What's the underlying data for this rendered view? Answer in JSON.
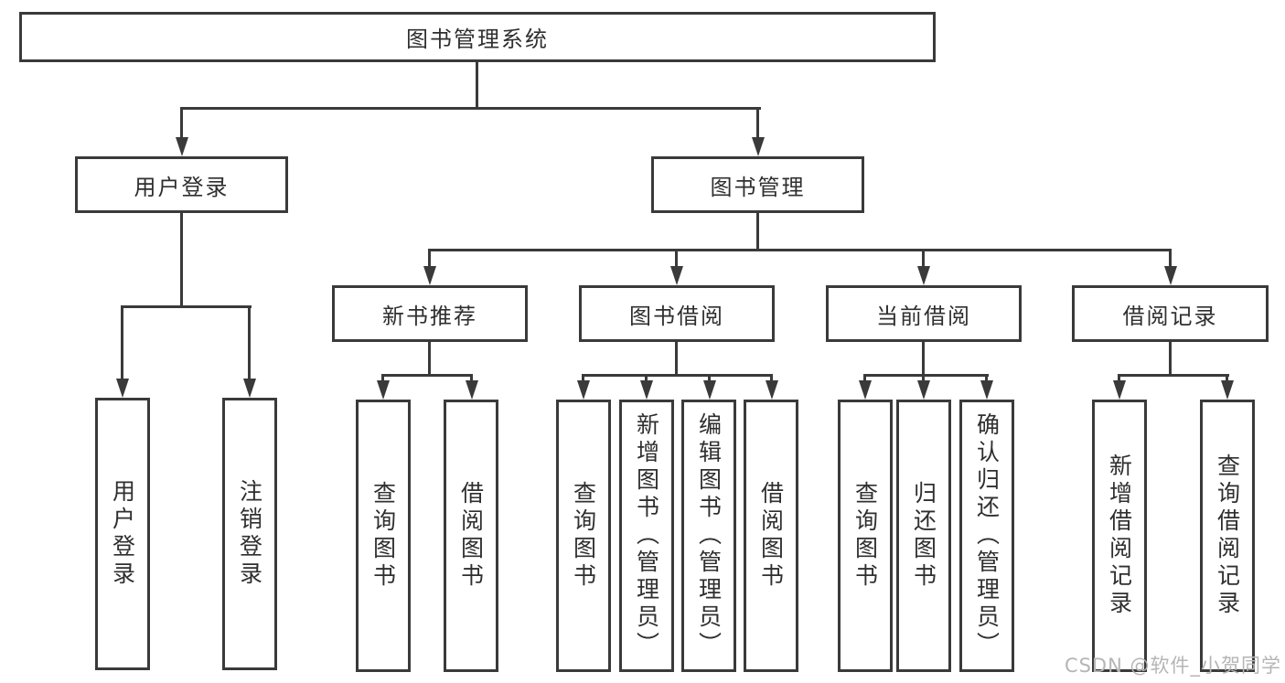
{
  "diagram": {
    "root": {
      "label": "图书管理系统"
    },
    "level2": [
      {
        "label": "用户登录"
      },
      {
        "label": "图书管理"
      }
    ],
    "level3": [
      {
        "label": "新书推荐"
      },
      {
        "label": "图书借阅"
      },
      {
        "label": "当前借阅"
      },
      {
        "label": "借阅记录"
      }
    ],
    "leaves": {
      "user_login": [
        {
          "label": "用户登录"
        },
        {
          "label": "注销登录"
        }
      ],
      "new_book": [
        {
          "label": "查询图书"
        },
        {
          "label": "借阅图书"
        }
      ],
      "book_borrow": [
        {
          "label": "查询图书"
        },
        {
          "label": "新增图书（管理员）"
        },
        {
          "label": "编辑图书（管理员）"
        },
        {
          "label": "借阅图书"
        }
      ],
      "current_borrow": [
        {
          "label": "查询图书"
        },
        {
          "label": "归还图书"
        },
        {
          "label": "确认归还（管理员）"
        }
      ],
      "borrow_records": [
        {
          "label": "新增借阅记录"
        },
        {
          "label": "查询借阅记录"
        }
      ]
    },
    "watermark": "CSDN @软件_小贺同学",
    "colors": {
      "line": "#3a3a3a",
      "text": "#2f2f2f",
      "watermark": "#b5b5b5",
      "background": "#ffffff"
    }
  }
}
